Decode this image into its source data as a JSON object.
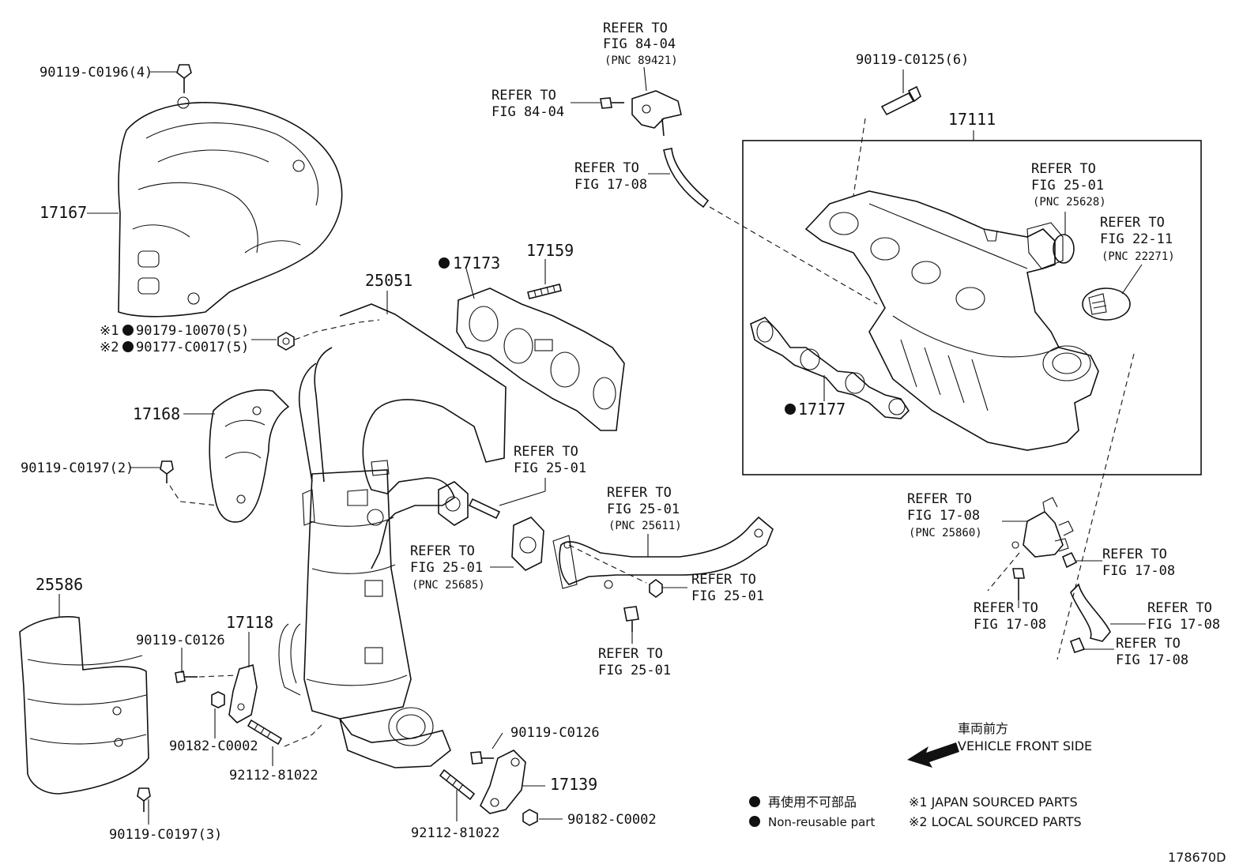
{
  "diagram": {
    "labels": {
      "p90119_c0196": "90119-C0196(4)",
      "p17167": "17167",
      "p90179": "90179-10070(5)",
      "p90177": "90177-C0017(5)",
      "mark1": "※1",
      "mark2": "※2",
      "p17168": "17168",
      "p90119_c0197_2": "90119-C0197(2)",
      "p25586": "25586",
      "p90119_c0197_3": "90119-C0197(3)",
      "p25051": "25051",
      "p17173": "17173",
      "p17159": "17159",
      "p17118": "17118",
      "p90119_c0126_a": "90119-C0126",
      "p90182_c0002_a": "90182-C0002",
      "p92112_81022_a": "92112-81022",
      "p90119_c0126_b": "90119-C0126",
      "p17139": "17139",
      "p92112_81022_b": "92112-81022",
      "p90182_c0002_b": "90182-C0002",
      "p90119_c0125": "90119-C0125(6)",
      "p17111": "17111",
      "p17177": "17177",
      "refer_to": "REFER TO",
      "fig_84_04": "FIG 84-04",
      "pnc_89421": "(PNC 89421)",
      "fig_17_08": "FIG 17-08",
      "fig_25_01": "FIG 25-01",
      "pnc_25628": "(PNC 25628)",
      "fig_22_11": "FIG 22-11",
      "pnc_22271": "(PNC 22271)",
      "pnc_25611": "(PNC 25611)",
      "pnc_25685": "(PNC 25685)",
      "pnc_25860": "(PNC 25860)"
    },
    "direction": {
      "jp": "車両前方",
      "en": "VEHICLE FRONT SIDE"
    },
    "legend": {
      "nonreusable_jp": "再使用不可部品",
      "nonreusable_en": "Non-reusable part",
      "note1": "※1 JAPAN SOURCED PARTS",
      "note2": "※2 LOCAL SOURCED PARTS"
    },
    "figure_id": "178670D"
  }
}
